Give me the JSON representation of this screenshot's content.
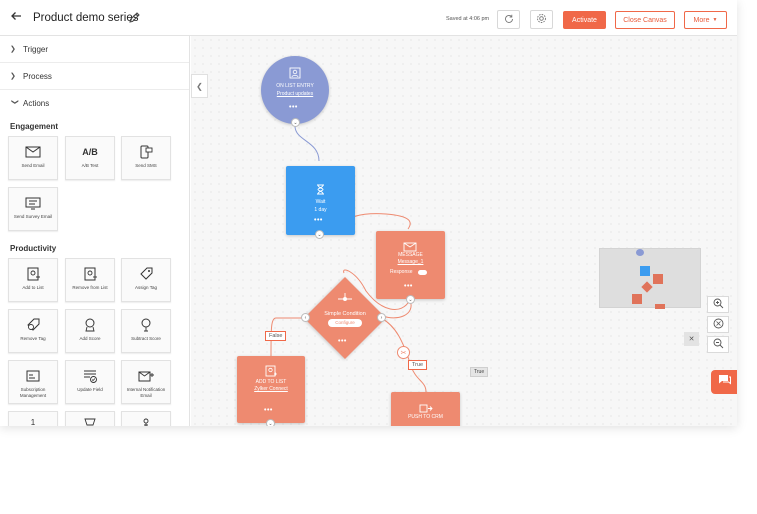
{
  "header": {
    "title": "Product demo series",
    "saved_text": "Saved at 4:06 pm",
    "activate_label": "Activate",
    "close_canvas_label": "Close Canvas",
    "more_label": "More"
  },
  "sidebar": {
    "sections": [
      "Trigger",
      "Process",
      "Actions"
    ],
    "engagement_title": "Engagement",
    "engagement_items": [
      "Send Email",
      "A/B Test",
      "Send SMS",
      "Send Survey Email"
    ],
    "ab_icon_text": "A/B",
    "productivity_title": "Productivity",
    "productivity_items": [
      "Add to List",
      "Remove from List",
      "Assign Tag",
      "Remove Tag",
      "Add Score",
      "Subtract Score",
      "Subscription Management",
      "Update Field",
      "Internal Notification Email"
    ],
    "partial_icon_text": "1"
  },
  "canvas": {
    "entry_node": {
      "line1": "ON LIST ENTRY",
      "line2": "Product updates",
      "dots": "•••"
    },
    "wait_node": {
      "line1": "Wait",
      "line2": "1 day",
      "dots": "•••"
    },
    "message_node": {
      "line1": "MESSAGE",
      "line2": "Message_1",
      "response": "Response",
      "dots": "•••"
    },
    "condition_node": {
      "title": "Simple Condition",
      "button": "Configure",
      "dots": "•••"
    },
    "add_list_node": {
      "line1": "ADD TO LIST",
      "line2": "Zylker Connect",
      "dots": "•••"
    },
    "crm_node": {
      "line1": "PUSH TO CRM"
    },
    "false_label": "False",
    "true_label": "True",
    "true_tag": "True",
    "close_symbol": "✕"
  },
  "colors": {
    "accent": "#f06848",
    "wait_blue": "#3b9cf0",
    "entry_purple": "#8a9ad4",
    "action_salmon": "#ee8a70"
  }
}
